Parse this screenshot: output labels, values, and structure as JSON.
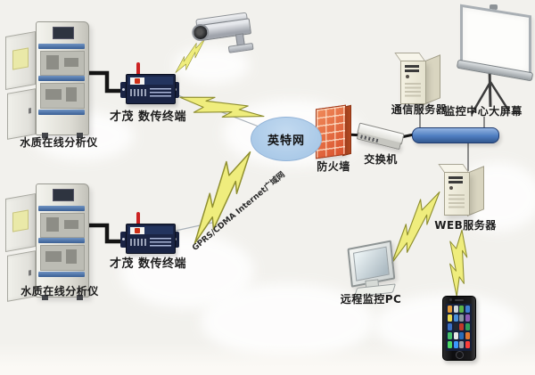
{
  "labels": {
    "analyzer_1": "水质在线分析仪",
    "dtu_1": "才茂 数传终端",
    "analyzer_2": "水质在线分析仪",
    "dtu_2": "才茂 数传终端",
    "internet": "英特网",
    "wan_link": "GPRS/CDMA Internet广域网",
    "firewall": "防火墙",
    "switch": "交换机",
    "comm_server": "通信服务器",
    "big_screen": "监控中心大屏幕",
    "web_server": "WEB服务器",
    "remote_pc": "远程监控PC"
  },
  "colors": {
    "background": "#f2f1ed",
    "internet_cloud": "#abcae8",
    "lightning_fill": "#efed7d",
    "lightning_stroke": "#8f8f2f",
    "firewall_brick": "#e06038",
    "bus_bar": "#4e7dc0",
    "dtu_body": "#1a2444",
    "dtu_antenna": "#cc2222",
    "cable": "#141414"
  },
  "phone": {
    "app_colors": [
      "#e49a3a",
      "#cfd6da",
      "#5cb547",
      "#3f7fd1",
      "#ead94e",
      "#4a90d9",
      "#8a97a0",
      "#8e5bb5",
      "#3a6fc4",
      "#23272e",
      "#c0392b",
      "#2f9e5b",
      "#45c06a",
      "#e8e8e8",
      "#2b6cb8",
      "#e2762f",
      "#4cd964",
      "#3b99fc",
      "#9aa0a6",
      "#fc3d39"
    ]
  }
}
